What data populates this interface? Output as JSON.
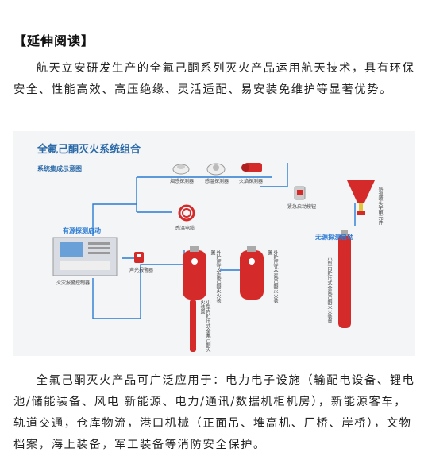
{
  "heading": "【延伸阅读】",
  "para1": "航天立安研发生产的全氟己酮系列灭火产品运用航天技术，具有环保安全、性能高效、高压绝缘、灵活适配、易安装免维护等显著优势。",
  "figure": {
    "title": "全氟己酮灭火系统组合",
    "subtitle": "系统集成示意图",
    "left_start": "有源探测启动",
    "right_start": "无源探测启动",
    "labels": {
      "smoke": "烟感探测器",
      "heat": "感温探测器",
      "flame": "火焰探测器",
      "emergency": "紧急启动按钮",
      "cable": "感温电缆",
      "panel": "火灾报警控制器",
      "alarm": "声光报警器",
      "nozzle": "感温喷头无电元件",
      "cyl1": "外贮压式全氟己酮灭火装置",
      "cyl2": "外贮压式全氟己酮灭火装置",
      "cyl3": "小型内贮压式全氟己酮灭火装置",
      "cyl4": "小型内贮压式全氟己酮灭火装置"
    },
    "colors": {
      "line": "#2a7bd3",
      "device_red": "#d42a2a",
      "title": "#2b6aa8"
    }
  },
  "para2": "全氟己酮灭火产品可广泛应用于：电力电子设施（输配电设备、锂电池/储能装备、风电 新能源、电力/通讯/数据机柜机房），新能源客车，轨道交通，仓库物流，港口机械（正面吊、堆高机、厂桥、岸桥），文物档案，海上装备，军工装备等消防安全保护。"
}
